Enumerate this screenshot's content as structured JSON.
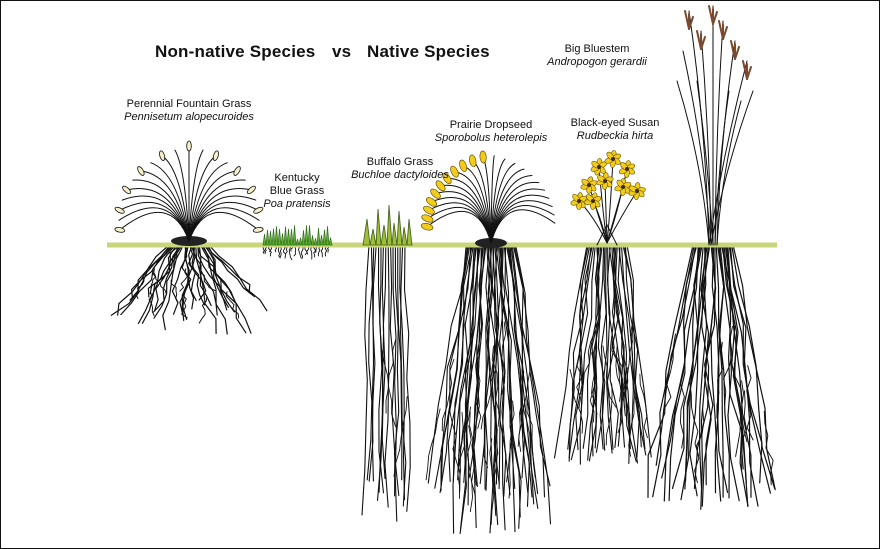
{
  "headings": {
    "non_native": "Non-native Species",
    "versus": "vs",
    "native": "Native Species"
  },
  "plants": [
    {
      "key": "fountain",
      "common_lines": [
        "Perennial Fountain Grass"
      ],
      "scientific": "Pennisetum alopecuroides",
      "group": "non-native"
    },
    {
      "key": "kentucky",
      "common_lines": [
        "Kentucky",
        "Blue Grass"
      ],
      "scientific": "Poa pratensis",
      "group": "non-native"
    },
    {
      "key": "buffalo",
      "common_lines": [
        "Buffalo Grass"
      ],
      "scientific": "Buchloe dactyloides",
      "group": "native"
    },
    {
      "key": "dropseed",
      "common_lines": [
        "Prairie Dropseed"
      ],
      "scientific": "Sporobolus heterolepis",
      "group": "native"
    },
    {
      "key": "susan",
      "common_lines": [
        "Black-eyed Susan"
      ],
      "scientific": "Rudbeckia hirta",
      "group": "native"
    },
    {
      "key": "bluestem",
      "common_lines": [
        "Big Bluestem"
      ],
      "scientific": "Andropogon gerardii",
      "group": "native"
    }
  ],
  "colors": {
    "ground_line": "#c9d57a",
    "ink": "#111111",
    "grass_green": "#5fae2e",
    "buffalo_green": "#9fbf3a",
    "flower_yellow": "#f2cc1c",
    "seedhead_brown": "#7a4a2e",
    "fountain_seed": "#f5f0c8"
  }
}
